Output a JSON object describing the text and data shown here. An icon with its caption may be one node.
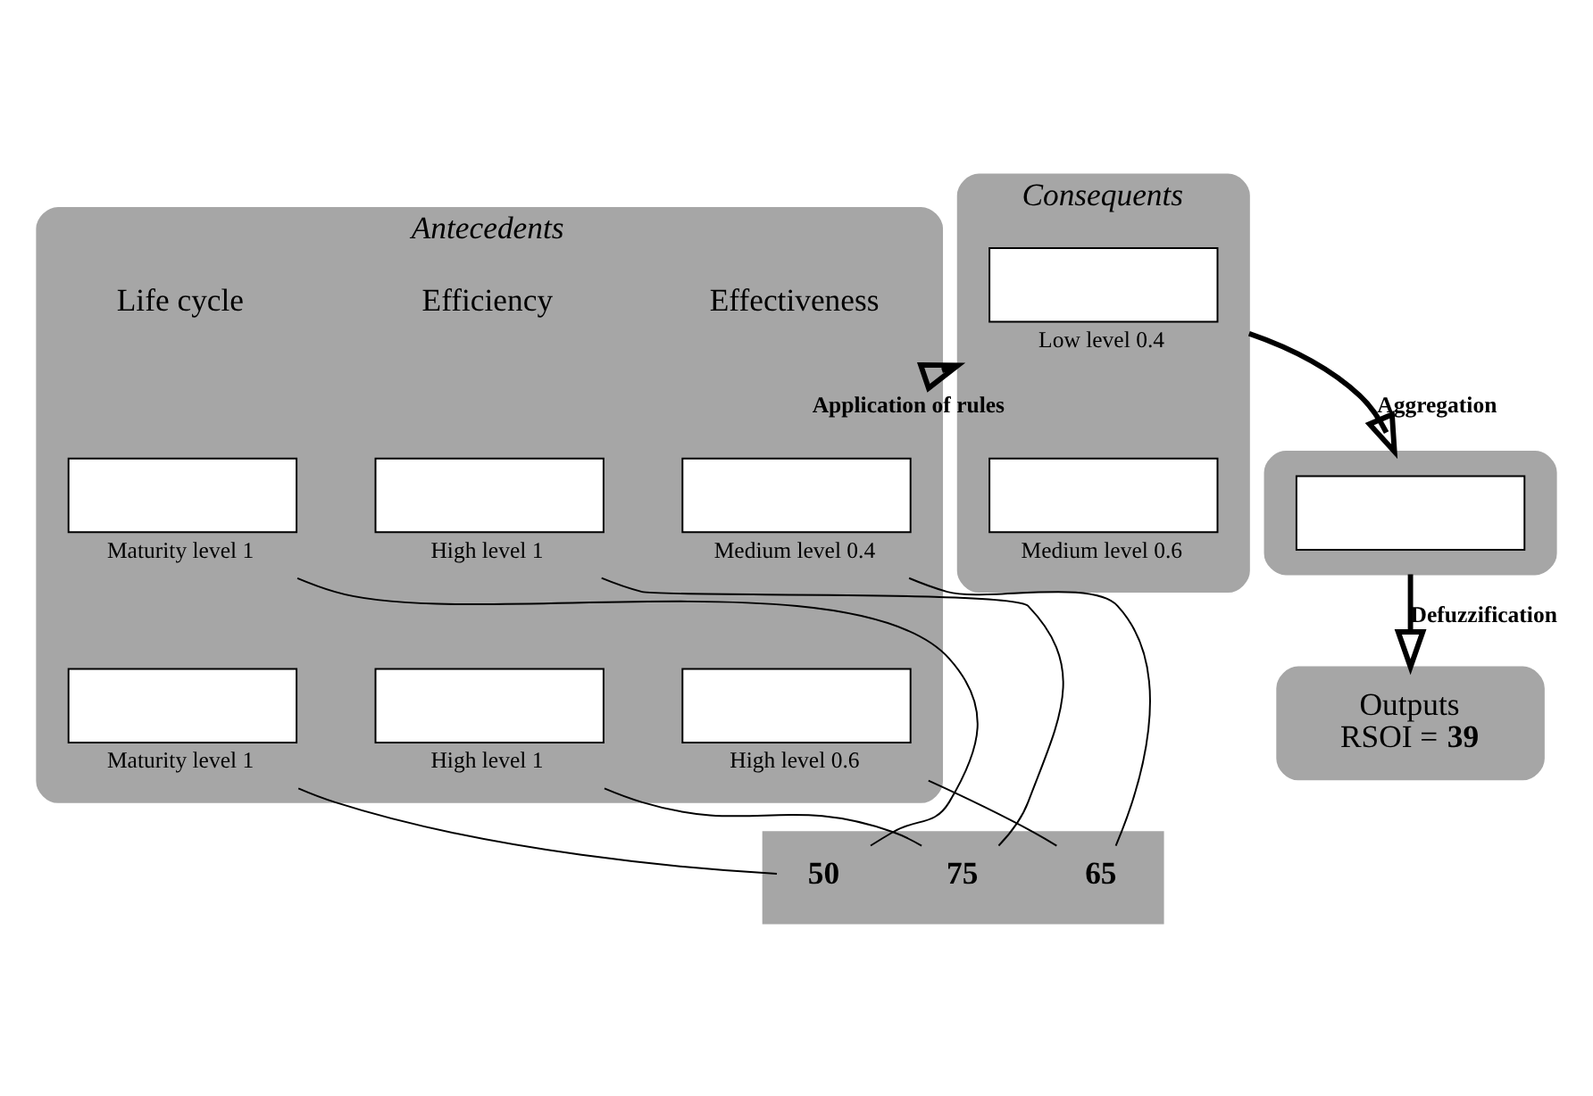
{
  "diagram": {
    "nodes": [
      {
        "text": [
          "Antecedents"
        ]
      },
      {
        "text": [],
        "shape": "box",
        "beside": [
          "Maturity level 1"
        ],
        "in": 0
      },
      {
        "text": [],
        "shape": "box",
        "beside": [
          "High level 1"
        ],
        "in": 0
      },
      {
        "text": [],
        "shape": "box",
        "beside": [
          "Medium level 0.4"
        ],
        "in": 0
      },
      {
        "text": [],
        "shape": "box",
        "beside": [
          "Maturity level 1"
        ],
        "in": 0
      },
      {
        "text": [],
        "shape": "box",
        "beside": [
          "High level 1"
        ],
        "in": 0
      },
      {
        "text": [],
        "shape": "box",
        "beside": [
          "High level 0.6"
        ],
        "in": 0
      },
      {
        "text": [
          "Consequents"
        ]
      },
      {
        "text": [],
        "shape": "box",
        "beside": [
          "Low level 0.4"
        ],
        "in": 7
      },
      {
        "text": [],
        "shape": "box",
        "beside": [
          "Medium level 0.6"
        ],
        "in": 7
      },
      {
        "text": [],
        "shape": "bar"
      },
      {
        "text": [
          "50"
        ],
        "in": 10
      },
      {
        "text": [
          "75"
        ],
        "in": 10
      },
      {
        "text": [
          "65"
        ],
        "in": 10
      },
      {
        "text": [],
        "shape": "box"
      },
      {
        "text": [],
        "shape": "box",
        "in": 14
      },
      {
        "text": [
          "Outputs",
          "RSOI = **39**"
        ]
      }
    ],
    "edges": [
      {
        "from": 1,
        "to": 11,
        "arrow": "none"
      },
      {
        "from": 4,
        "to": 11,
        "arrow": "none"
      },
      {
        "from": 2,
        "to": 12,
        "arrow": "none"
      },
      {
        "from": 5,
        "to": 12,
        "arrow": "none"
      },
      {
        "from": 3,
        "to": 13,
        "arrow": "none"
      },
      {
        "from": 6,
        "to": 13,
        "arrow": "none"
      },
      {
        "from": 0,
        "to": 7,
        "arrow": "to",
        "label": "Application of rules",
        "style": "thick"
      },
      {
        "from": 7,
        "to": 14,
        "arrow": "to",
        "label": "Aggregation",
        "style": "thick"
      },
      {
        "from": 14,
        "to": 16,
        "arrow": "to",
        "label": "Defuzzification",
        "style": "thick"
      }
    ],
    "labels": [
      "Life cycle",
      "Efficiency",
      "Effectiveness"
    ]
  }
}
